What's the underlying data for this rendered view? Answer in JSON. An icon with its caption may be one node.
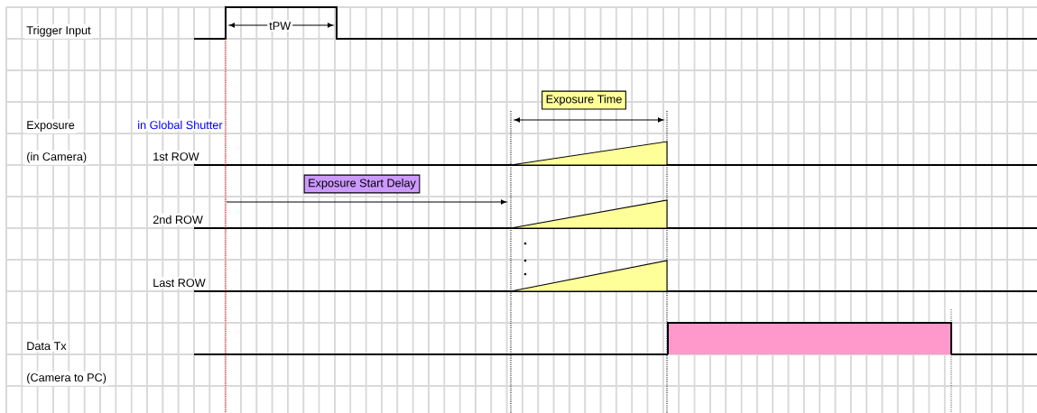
{
  "diagram": {
    "nodes": [
      {
        "text": [
          "Exposure Time"
        ]
      },
      {
        "text": [],
        "shape": "triangle"
      },
      {
        "text": [
          "Exposure Start Delay"
        ]
      },
      {
        "text": [],
        "shape": "triangle"
      },
      {
        "text": [],
        "shape": "triangle"
      }
    ],
    "labels": [
      "Trigger Input",
      "tPW",
      "Exposure",
      "in Global Shutter",
      "(in Camera)",
      "1st ROW",
      "2nd ROW",
      "Last ROW",
      "Data Tx",
      "(Camera to PC)"
    ]
  }
}
